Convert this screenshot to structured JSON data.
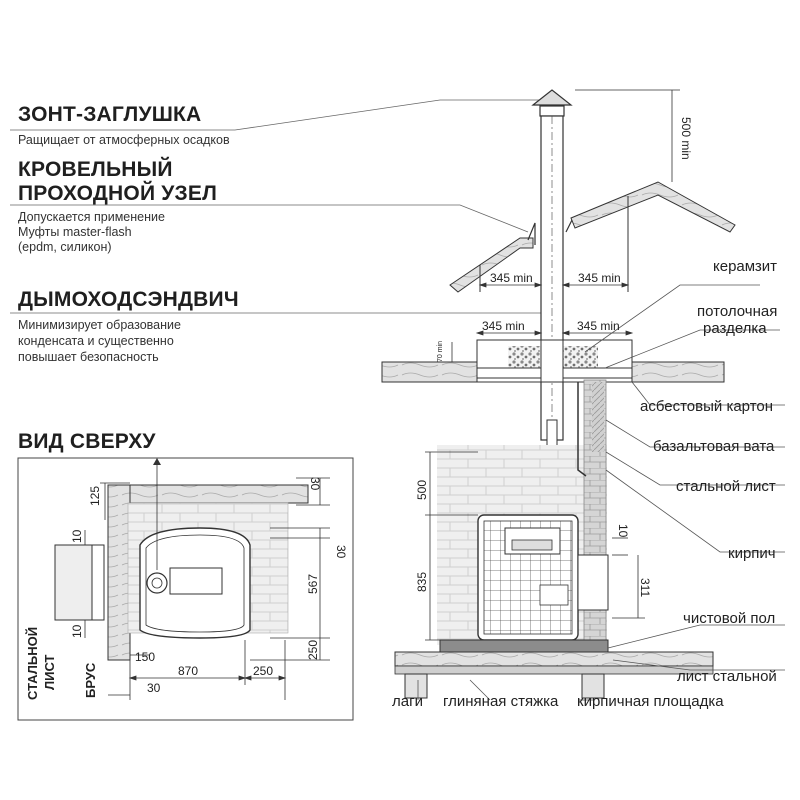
{
  "headings": {
    "cap_title": "ЗОНТ-ЗАГЛУШКА",
    "cap_desc": "Ращищает от атмосферных осадков",
    "roof_title_1": "КРОВЕЛЬНЫЙ",
    "roof_title_2": "ПРОХОДНОЙ УЗЕЛ",
    "roof_desc_1": "Допускается применение",
    "roof_desc_2": "Муфты master-flash",
    "roof_desc_3": "(epdm, силикон)",
    "chimney_title": "ДЫМОХОДСЭНДВИЧ",
    "chimney_desc_1": "Минимизирует образование",
    "chimney_desc_2": "конденсата и существенно",
    "chimney_desc_3": "повышает безопасность",
    "top_view_title": "ВИД СВЕРХУ"
  },
  "callouts": {
    "keramzit": "керамзит",
    "ceiling_1": "потолочная",
    "ceiling_2": "разделка",
    "asbestos": "асбестовый картон",
    "basalt": "базальтовая вата",
    "steel_sheet": "стальной лист",
    "brick": "кирпич",
    "finish_floor": "чистовой пол",
    "steel_sheet_2": "лист стальной",
    "joists": "лаги",
    "clay_screed": "глиняная стяжка",
    "brick_pad": "кирпичная площадка"
  },
  "dimensions": {
    "d500min": "500 min",
    "d345a": "345 min",
    "d345b": "345 min",
    "d345c": "345 min",
    "d345d": "345 min",
    "d70": "70 min",
    "d500": "500",
    "d835": "835",
    "d10_side": "10",
    "d311": "311",
    "tv_125": "125",
    "tv_30_top": "30",
    "tv_10_a": "10",
    "tv_10_b": "10",
    "tv_30_mid": "30",
    "tv_567": "567",
    "tv_250_v": "250",
    "tv_150": "150",
    "tv_870": "870",
    "tv_250_h": "250",
    "tv_30_bottom": "30"
  },
  "top_view_labels": {
    "steel_1": "СТАЛЬНОЙ",
    "steel_2": "ЛИСТ",
    "beam": "БРУС"
  },
  "colors": {
    "line": "#333333",
    "wood": "#d9d9d9",
    "wall": "#eeeeee",
    "insulation": "#c8c8c8",
    "pad": "#9a9a9a"
  }
}
